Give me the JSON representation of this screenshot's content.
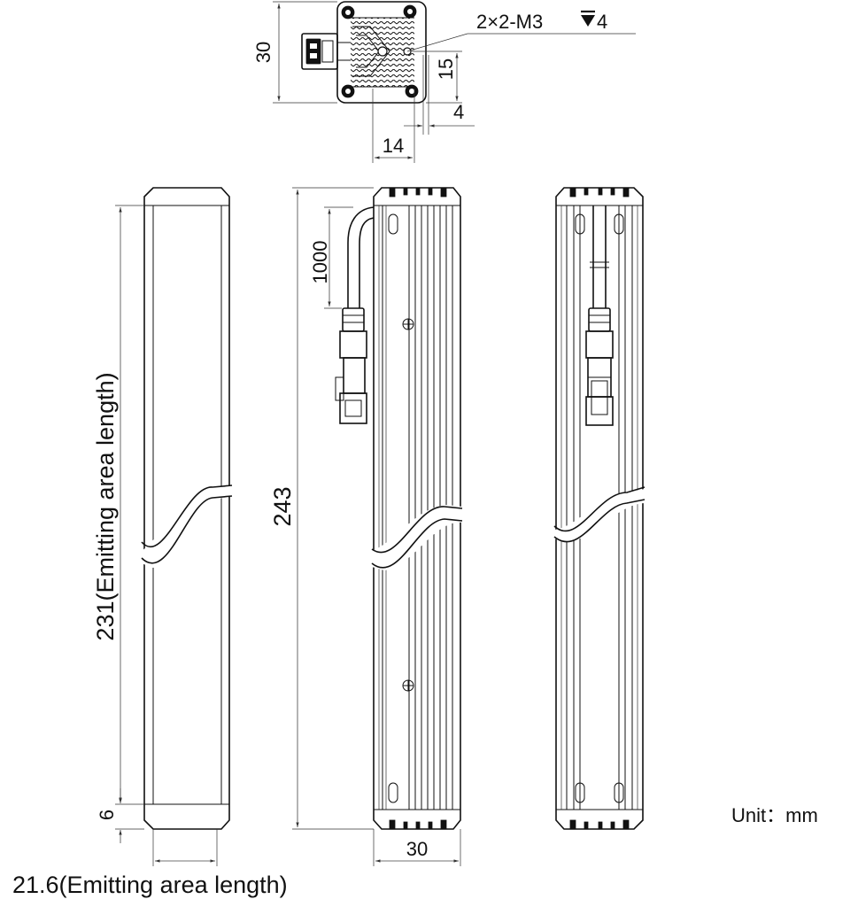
{
  "top_view": {
    "height_dim": "30",
    "thread_callout": "2×2-M3",
    "thread_depth": "4",
    "hole_offset_v": "15",
    "hole_offset_h": "4",
    "hole_spacing": "14"
  },
  "front_view": {
    "emitting_length": "231(Emitting area length)",
    "end_offset": "6",
    "emitting_width": "21.6(Emitting area length)"
  },
  "side_view": {
    "total_length": "243",
    "cable_length": "1000",
    "width_dim": "30"
  },
  "unit_label": "Unit：mm"
}
